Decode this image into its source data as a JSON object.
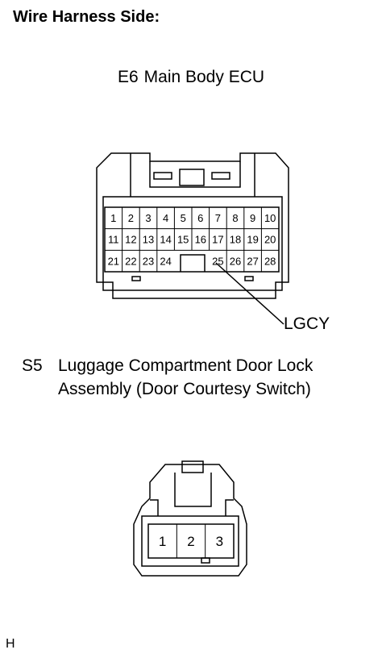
{
  "header": {
    "title": "Wire Harness Side:"
  },
  "connector_e6": {
    "code": "E6",
    "name": "Main Body ECU",
    "pins_row1": [
      "1",
      "2",
      "3",
      "4",
      "5",
      "6",
      "7",
      "8",
      "9",
      "10"
    ],
    "pins_row2": [
      "11",
      "12",
      "13",
      "14",
      "15",
      "16",
      "17",
      "18",
      "19",
      "20"
    ],
    "pins_row3a": [
      "21",
      "22",
      "23",
      "24"
    ],
    "pins_row3b": [
      "25",
      "26",
      "27",
      "28"
    ],
    "wire_label": "LGCY"
  },
  "connector_s5": {
    "code": "S5",
    "name_line1": "Luggage Compartment Door Lock",
    "name_line2": "Assembly (Door Courtesy Switch)",
    "pins": [
      "1",
      "2",
      "3"
    ]
  },
  "footer": {
    "letter": "H"
  }
}
